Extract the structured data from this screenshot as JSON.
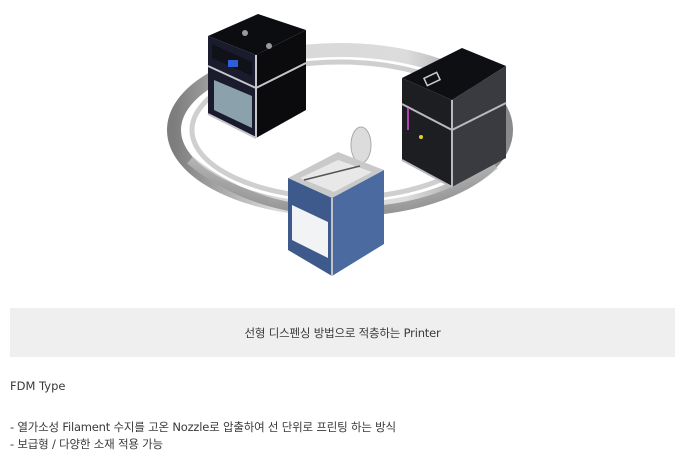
{
  "hero": {
    "image_description": "Three 3D printers (black, black/grey, blue) arranged on a grey ring",
    "printers": [
      {
        "name": "printer-black-left",
        "body_color": "#111217",
        "accent_color": "#2e5fd6"
      },
      {
        "name": "printer-black-right",
        "body_color": "#15161a",
        "accent_color": "#e6d11c"
      },
      {
        "name": "printer-blue-front",
        "body_color": "#3e5a8c",
        "accent_color": "#9aa3ad"
      }
    ],
    "ring_color": "#b9b9b9"
  },
  "caption": {
    "text": "선형 디스펜싱 방법으로 적층하는 Printer",
    "background": "#efefef"
  },
  "section": {
    "title": "FDM Type",
    "bullets": [
      "-  열가소성 Filament 수지를 고온 Nozzle로 압출하여 선 단위로 프린팅 하는 방식",
      "- 보급형 / 다양한 소재 적용 가능"
    ]
  }
}
